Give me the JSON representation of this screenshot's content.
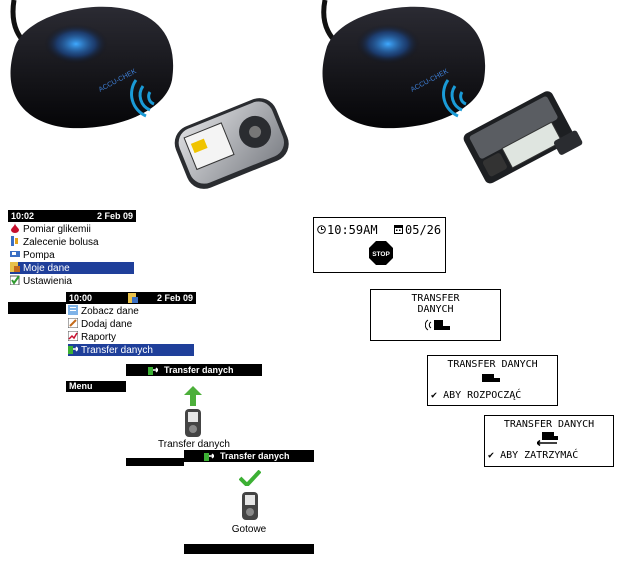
{
  "meter_screen_1": {
    "time": "10:02",
    "date": "2 Feb 09",
    "items": [
      {
        "icon": "blood-drop-icon",
        "label": "Pomiar glikemii"
      },
      {
        "icon": "bolus-advice-icon",
        "label": "Zalecenie bolusa"
      },
      {
        "icon": "pump-icon",
        "label": "Pompa"
      },
      {
        "icon": "my-data-icon",
        "label": "Moje dane"
      },
      {
        "icon": "settings-check-icon",
        "label": "Ustawienia"
      }
    ]
  },
  "meter_screen_2": {
    "time": "10:00",
    "date": "2 Feb 09",
    "items": [
      {
        "icon": "view-data-icon",
        "label": "Zobacz dane"
      },
      {
        "icon": "add-data-icon",
        "label": "Dodaj dane"
      },
      {
        "icon": "reports-icon",
        "label": "Raporty"
      },
      {
        "icon": "data-transfer-icon",
        "label": "Transfer danych"
      }
    ],
    "footer": "Menu"
  },
  "meter_screen_3": {
    "title": "Transfer danych",
    "caption": "Transfer danych"
  },
  "meter_screen_4": {
    "title": "Transfer danych",
    "caption": "Gotowe"
  },
  "pump_screen_1": {
    "time": "10:59AM",
    "date": "05/26",
    "stop_label": "STOP"
  },
  "pump_screen_2": {
    "line1": "TRANSFER",
    "line2": "DANYCH"
  },
  "pump_screen_3": {
    "line1": "TRANSFER DANYCH",
    "line3": "ABY ROZPOCZĄĆ"
  },
  "pump_screen_4": {
    "line1": "TRANSFER DANYCH",
    "line3": "ABY ZATRZYMAĆ"
  },
  "device_brand": "ACCU-CHEK",
  "colors": {
    "selection": "#1f3f9a",
    "check_green": "#3cb034",
    "arrow_green": "#4caf3a",
    "signal_blue": "#1a9bd7"
  }
}
